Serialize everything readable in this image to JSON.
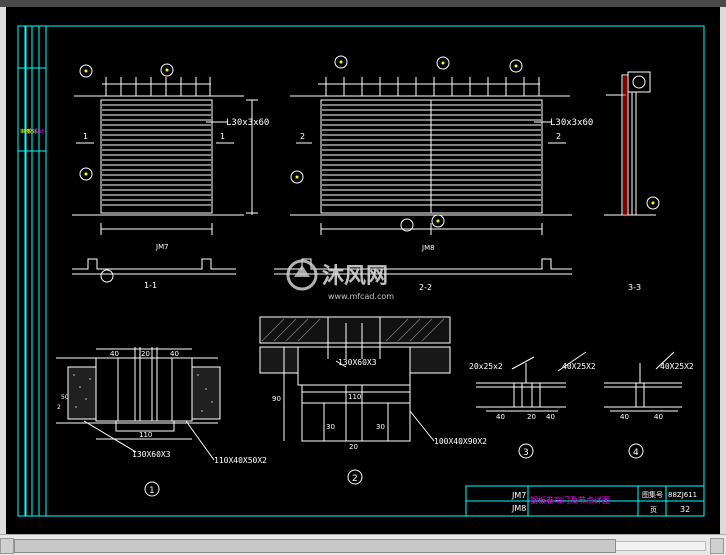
{
  "drawing": {
    "labels": {
      "dim_angle_1": "L30x3x60",
      "dim_angle_2": "L30x3x60",
      "section_1": "1",
      "section_1b": "1",
      "section_2": "2",
      "section_2b": "2",
      "jm7": "JM7",
      "jm8": "JM8",
      "sec_1_1": "1-1",
      "sec_2_2": "2-2",
      "sec_3_3": "3-3",
      "d40a": "40",
      "d20a": "20",
      "d40b": "40",
      "d110a": "110",
      "d130x60x3_a": "130X60X3",
      "d130x60x3_b": "130X60X3",
      "d110x40x50x2": "110X40X50X2",
      "d110b": "110",
      "d90": "90",
      "d30": "30",
      "d20b": "20",
      "d30b": "30",
      "d100x40x90x2": "100X40X90X2",
      "d20x25x2": "20x25x2",
      "d40x25x2_a": "40X25X2",
      "d40x25x2_b": "40X25X2",
      "d40c": "40",
      "d20c": "20",
      "d40d": "40",
      "d40e": "40",
      "d40f": "40",
      "d50": "50",
      "d2": "2",
      "circle_1": "1",
      "circle_2": "2",
      "circle_3": "3",
      "circle_4": "4"
    },
    "title_block": {
      "jm_top": "JM7",
      "jm_bottom": "JM8",
      "title": "钢板卷帘门及节点详图",
      "atlas_label": "图集号",
      "atlas_value": "88ZJ611",
      "page_label": "页",
      "page_value": "32"
    },
    "left_strip": {
      "col1": "审核",
      "col2": "校对",
      "col3": "设计"
    }
  },
  "watermark": {
    "cn": "沐风网",
    "url": "www.mfcad.com"
  },
  "colors": {
    "background": "#000000",
    "line_white": "#ffffff",
    "frame_cyan": "#00ffff",
    "accent_yellow": "#ffff00",
    "accent_green": "#00ff00",
    "accent_magenta": "#ff00ff"
  }
}
